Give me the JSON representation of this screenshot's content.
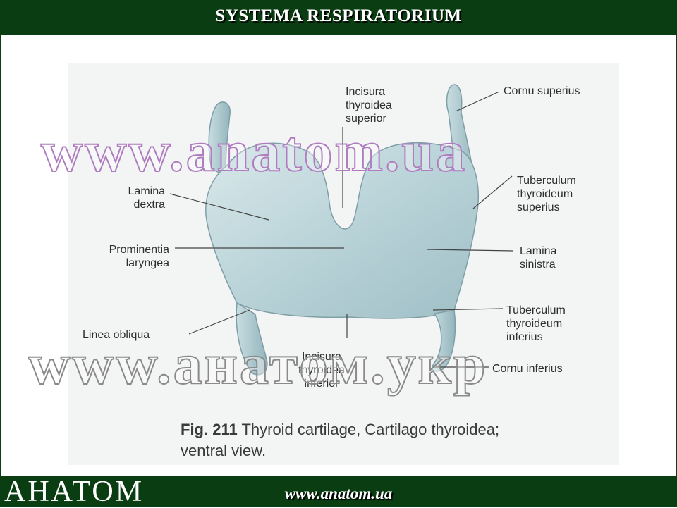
{
  "header": {
    "title": "SYSTEMA RESPIRATORIUM"
  },
  "figure": {
    "labels": {
      "incisura_superior": "Incisura\nthyroidea\nsuperior",
      "cornu_superius": "Cornu superius",
      "lamina_dextra": "Lamina\ndextra",
      "tuberculum_superius": "Tuberculum\nthyroideum\nsuperius",
      "prominentia": "Prominentia\nlaryngea",
      "lamina_sinistra": "Lamina\nsinistra",
      "tuberculum_inferius": "Tuberculum\nthyroideum\ninferius",
      "linea_obliqua": "Linea obliqua",
      "incisura_inferior": "Incisura\nthyroidea\ninferior",
      "cornu_inferius": "Cornu inferius"
    },
    "caption_number": "Fig. 211",
    "caption_text": "Thyroid cartilage, Cartilago thyroidea;\nventral view."
  },
  "watermarks": {
    "top": "www.anatom.ua",
    "bottom": "www.анатом.укр"
  },
  "footer": {
    "brand": "АНАТОМ",
    "url": "www.anatom.ua"
  }
}
